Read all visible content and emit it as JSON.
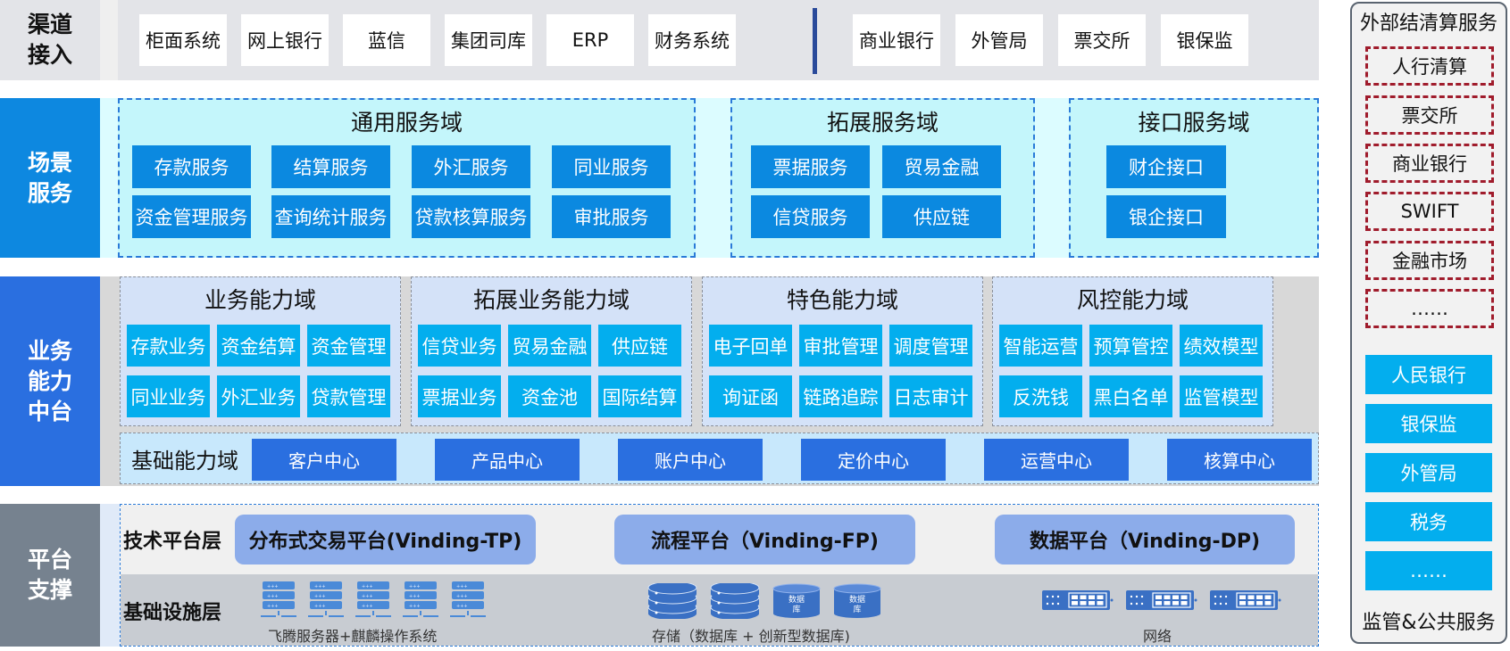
{
  "layers": {
    "channel_access": "渠道\n接入",
    "scene_services": "场景\n服务",
    "capability_center": "业务\n能力\n中台",
    "platform_support": "平台\n支撑"
  },
  "channels": {
    "internal": [
      "柜面系统",
      "网上银行",
      "蓝信",
      "集团司库",
      "ERP",
      "财务系统"
    ],
    "external": [
      "商业银行",
      "外管局",
      "票交所",
      "银保监"
    ]
  },
  "service_domains": [
    {
      "title": "通用服务域",
      "items": [
        "存款服务",
        "结算服务",
        "外汇服务",
        "同业服务",
        "资金管理服务",
        "查询统计服务",
        "贷款核算服务",
        "审批服务"
      ]
    },
    {
      "title": "拓展服务域",
      "items": [
        "票据服务",
        "贸易金融",
        "信贷服务",
        "供应链"
      ]
    },
    {
      "title": "接口服务域",
      "items": [
        "财企接口",
        "银企接口"
      ]
    }
  ],
  "capability_domains": [
    {
      "title": "业务能力域",
      "items": [
        "存款业务",
        "资金结算",
        "资金管理",
        "同业业务",
        "外汇业务",
        "贷款管理"
      ]
    },
    {
      "title": "拓展业务能力域",
      "items": [
        "信贷业务",
        "贸易金融",
        "供应链",
        "票据业务",
        "资金池",
        "国际结算"
      ]
    },
    {
      "title": "特色能力域",
      "items": [
        "电子回单",
        "审批管理",
        "调度管理",
        "询证函",
        "链路追踪",
        "日志审计"
      ]
    },
    {
      "title": "风控能力域",
      "items": [
        "智能运营",
        "预算管控",
        "绩效模型",
        "反洗钱",
        "黑白名单",
        "监管模型"
      ]
    }
  ],
  "base_capability": {
    "title": "基础能力域",
    "items": [
      "客户中心",
      "产品中心",
      "账户中心",
      "定价中心",
      "运营中心",
      "核算中心"
    ]
  },
  "platform": {
    "tech_layer_label": "技术平台层",
    "infra_layer_label": "基础设施层",
    "platforms": [
      "分布式交易平台(Vinding-TP)",
      "流程平台（Vinding-FP)",
      "数据平台（Vinding-DP)"
    ],
    "infra": {
      "servers_caption": "飞腾服务器+麒麟操作系统",
      "storage_caption": "存储（数据库  +  创新型数据库)",
      "network_caption": "网络",
      "db_icon_label_line1": "数据",
      "db_icon_label_line2": "库"
    }
  },
  "external_clearing": {
    "title": "外部结清算服务",
    "items": [
      "人行清算",
      "票交所",
      "商业银行",
      "SWIFT",
      "金融市场",
      "……"
    ]
  },
  "regulatory": {
    "title": "监管&公共服务",
    "items": [
      "人民银行",
      "银保监",
      "外管局",
      "税务",
      "……"
    ]
  },
  "colors": {
    "scene_label": "#0d88e0",
    "service_button": "#0b89e0",
    "capability_label": "#2a6fe0",
    "capability_button": "#03aeee",
    "base_button": "#2a6fe0",
    "platform_label": "#76828f",
    "platform_button": "#8cacea",
    "external_border": "#a01c2c",
    "infra_icon": "#4a8ad8"
  }
}
